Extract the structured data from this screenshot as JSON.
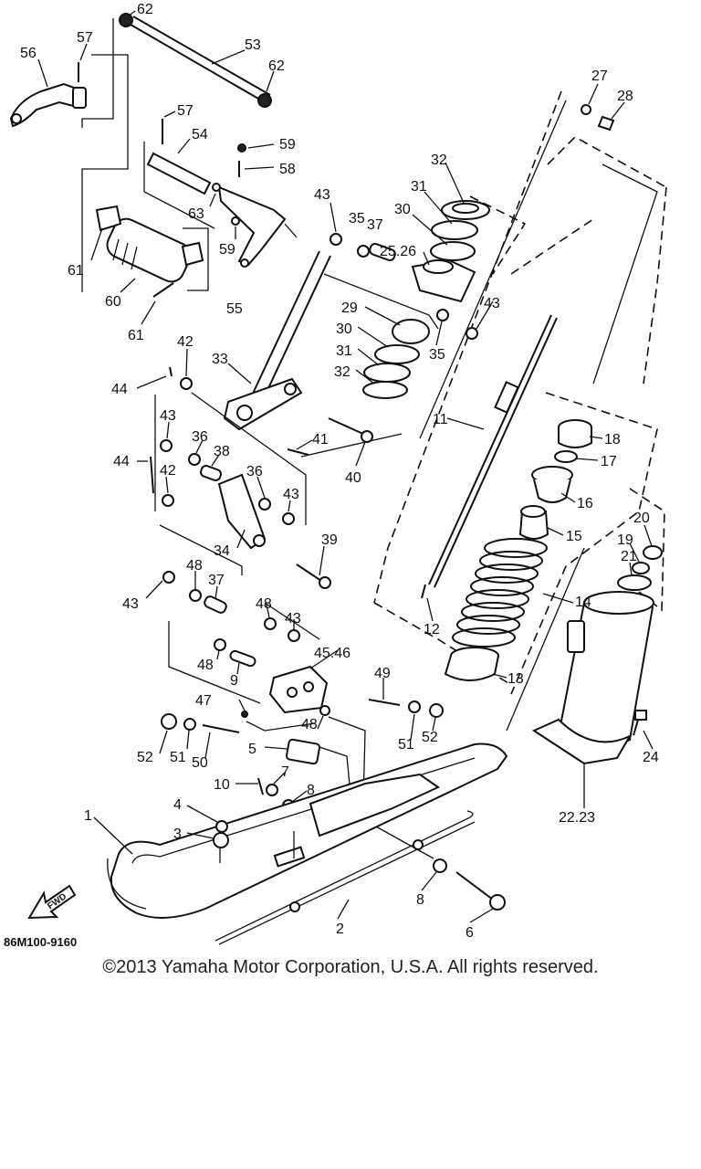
{
  "diagram": {
    "drawing_code": "86M100-9160",
    "fwd_label": "FWD",
    "callouts": [
      "62",
      "57",
      "53",
      "62",
      "56",
      "57",
      "54",
      "59",
      "58",
      "63",
      "59",
      "61",
      "60",
      "61",
      "55",
      "43",
      "35",
      "37",
      "25.26",
      "32",
      "31",
      "30",
      "29",
      "30",
      "31",
      "32",
      "35",
      "43",
      "42",
      "33",
      "44",
      "43",
      "36",
      "38",
      "41",
      "40",
      "44",
      "42",
      "36",
      "43",
      "34",
      "39",
      "43",
      "48",
      "37",
      "48",
      "43",
      "48",
      "9",
      "45.46",
      "49",
      "47",
      "48",
      "52",
      "51",
      "50",
      "5",
      "51",
      "52",
      "10",
      "7",
      "8",
      "4",
      "3",
      "1",
      "2",
      "8",
      "6",
      "27",
      "28",
      "11",
      "18",
      "17",
      "16",
      "15",
      "14",
      "13",
      "12",
      "20",
      "19",
      "21",
      "24",
      "22.23"
    ]
  },
  "copyright": "©2013 Yamaha Motor Corporation, U.S.A. All rights reserved."
}
